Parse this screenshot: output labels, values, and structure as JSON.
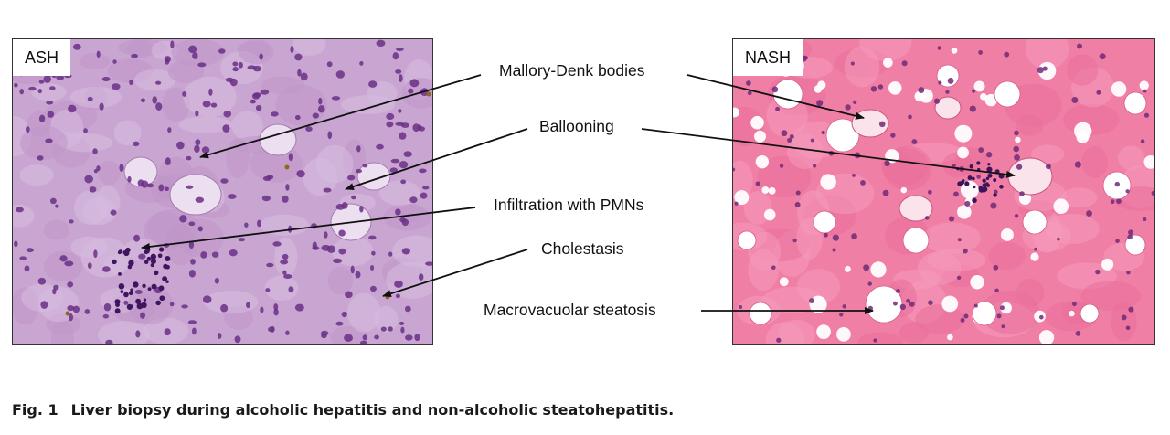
{
  "figure": {
    "panels": [
      {
        "id": "ash",
        "label": "ASH",
        "stain": "#c9a6d2"
      },
      {
        "id": "nash",
        "label": "NASH",
        "stain": "#f07fa6"
      }
    ],
    "callouts": [
      {
        "key": "mallory",
        "text": "Mallory-Denk bodies"
      },
      {
        "key": "ballooning",
        "text": "Ballooning"
      },
      {
        "key": "infiltration",
        "text": "Infiltration with PMNs"
      },
      {
        "key": "cholestasis",
        "text": "Cholestasis"
      },
      {
        "key": "steatosis",
        "text": "Macrovacuolar steatosis"
      }
    ],
    "caption": {
      "number": "Fig. 1",
      "text": "Liver biopsy during alcoholic hepatitis and non-alcoholic steatohepatitis."
    }
  }
}
